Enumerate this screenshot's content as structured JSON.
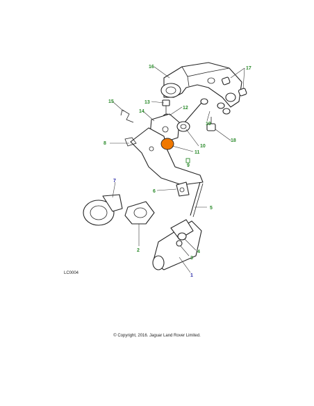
{
  "diagram": {
    "callouts": [
      {
        "num": "16",
        "color": "green"
      },
      {
        "num": "17",
        "color": "green"
      },
      {
        "num": "15",
        "color": "green"
      },
      {
        "num": "13",
        "color": "green"
      },
      {
        "num": "12",
        "color": "green"
      },
      {
        "num": "14",
        "color": "green"
      },
      {
        "num": "19",
        "color": "green"
      },
      {
        "num": "10",
        "color": "green"
      },
      {
        "num": "18",
        "color": "green"
      },
      {
        "num": "8",
        "color": "green"
      },
      {
        "num": "11",
        "color": "green"
      },
      {
        "num": "9",
        "color": "green"
      },
      {
        "num": "7",
        "color": "blue"
      },
      {
        "num": "6",
        "color": "green"
      },
      {
        "num": "5",
        "color": "green"
      },
      {
        "num": "2",
        "color": "green"
      },
      {
        "num": "4",
        "color": "green"
      },
      {
        "num": "3",
        "color": "green"
      },
      {
        "num": "1",
        "color": "blue"
      }
    ],
    "highlight_color": "#f07800"
  },
  "reference_code": "LC0004",
  "copyright": "© Copyright, 2016. Jaguar Land Rover Limited."
}
